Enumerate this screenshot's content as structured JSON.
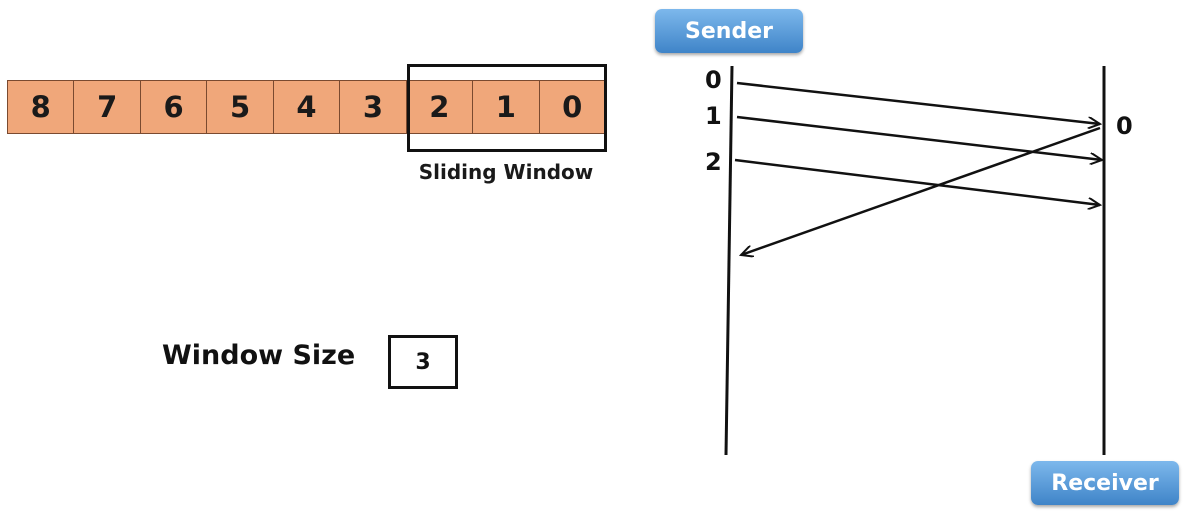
{
  "frames": [
    "8",
    "7",
    "6",
    "5",
    "4",
    "3",
    "2",
    "1",
    "0"
  ],
  "window": {
    "label": "Sliding Window",
    "frames_in_window": [
      "2",
      "1",
      "0"
    ]
  },
  "window_size": {
    "label": "Window Size",
    "value": "3"
  },
  "sender": {
    "label": "Sender",
    "sequence_labels": [
      "0",
      "1",
      "2"
    ]
  },
  "receiver": {
    "label": "Receiver",
    "ack_label": "0"
  },
  "colors": {
    "frame_fill": "#f0a77a",
    "pill_top": "#7db8ec",
    "pill_bottom": "#3f84c8",
    "line": "#111111"
  }
}
